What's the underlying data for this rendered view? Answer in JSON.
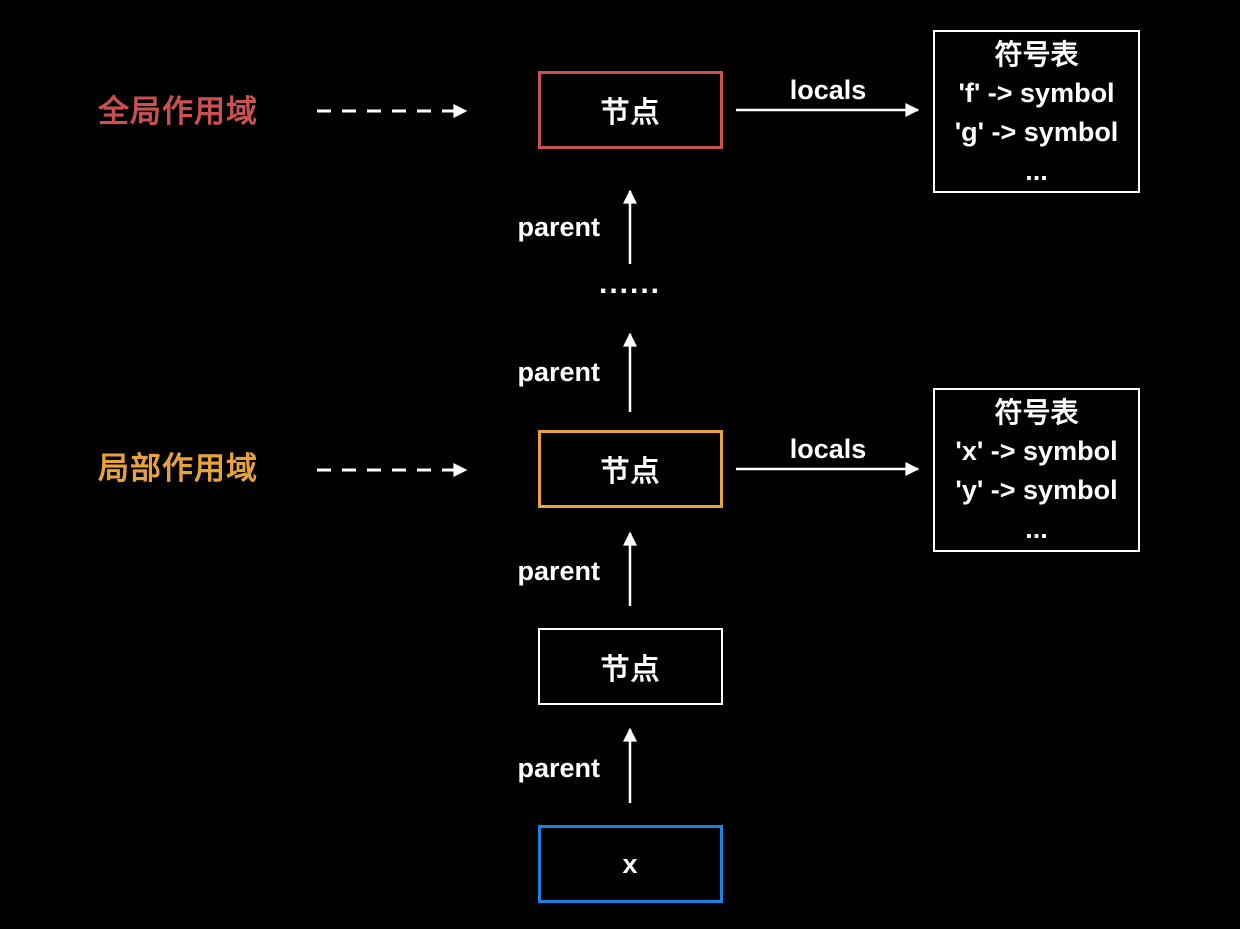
{
  "colors": {
    "background": "#000000",
    "global_accent": "#C9514F",
    "local_accent": "#E8A23C",
    "x_accent": "#1B80E4",
    "line": "#FFFFFF"
  },
  "scopes": {
    "global": {
      "label": "全局作用域"
    },
    "local": {
      "label": "局部作用域"
    }
  },
  "nodes": {
    "global": "节点",
    "local": "节点",
    "inner": "节点",
    "x": "x"
  },
  "edge_labels": {
    "parent": "parent",
    "locals": "locals"
  },
  "ellipsis": "......",
  "symbol_tables": [
    {
      "title": "符号表",
      "rows": [
        "'f' -> symbol",
        "'g' -> symbol",
        "..."
      ]
    },
    {
      "title": "符号表",
      "rows": [
        "'x' -> symbol",
        "'y' -> symbol",
        "..."
      ]
    }
  ]
}
